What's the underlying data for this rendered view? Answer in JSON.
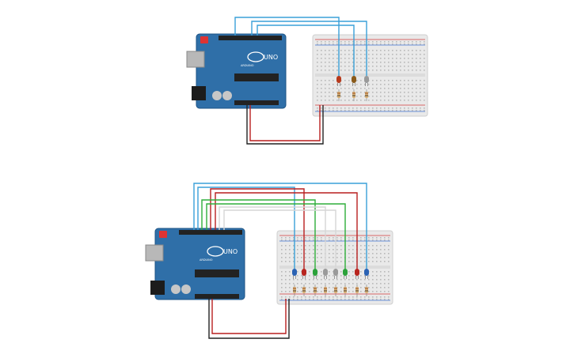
{
  "canvas": {
    "background": "#ffffff"
  },
  "colors": {
    "board": "#2f6fa8",
    "board_edge": "#1d5385",
    "header": "#222222",
    "breadboard": "#e9e9e9",
    "rail_red": "#d33a3a",
    "rail_blue": "#3a6fd3",
    "wire_blue": "#3aa0d8",
    "wire_red": "#b81f1f",
    "wire_green": "#2eae3a",
    "wire_white": "#d6d6d6",
    "wire_black": "#222222",
    "resistor": "#d9b276"
  },
  "circuits": [
    {
      "id": "circuit-top",
      "board": {
        "model_text": "UNO",
        "brand_text": "ARDUINO"
      },
      "leds": [
        {
          "color": "#b83a1c",
          "label": "red"
        },
        {
          "color": "#8a5a1a",
          "label": "brown"
        },
        {
          "color": "#9a9a9a",
          "label": "grey"
        }
      ]
    },
    {
      "id": "circuit-bottom",
      "board": {
        "model_text": "UNO",
        "brand_text": "ARDUINO"
      },
      "leds": [
        {
          "color": "#2a62b3",
          "label": "blue"
        },
        {
          "color": "#b8251f",
          "label": "red"
        },
        {
          "color": "#2ba13a",
          "label": "green"
        },
        {
          "color": "#9a9a9a",
          "label": "grey"
        },
        {
          "color": "#9a9a9a",
          "label": "grey"
        },
        {
          "color": "#2ba13a",
          "label": "green"
        },
        {
          "color": "#b8251f",
          "label": "red"
        },
        {
          "color": "#2a62b3",
          "label": "blue"
        }
      ]
    }
  ]
}
